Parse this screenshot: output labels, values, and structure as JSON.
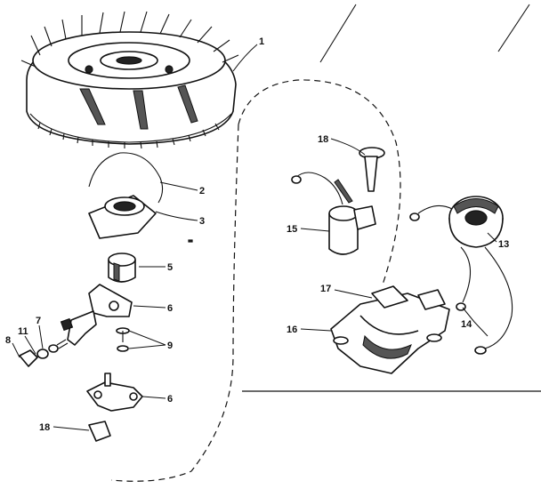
{
  "callouts": [
    {
      "id": "c1",
      "label": "1",
      "part": "flywheel"
    },
    {
      "id": "c2",
      "label": "2",
      "part": "spring-clip"
    },
    {
      "id": "c3",
      "label": "3",
      "part": "dust-cover"
    },
    {
      "id": "c5",
      "label": "5",
      "part": "cam-sleeve"
    },
    {
      "id": "c6a",
      "label": "6",
      "part": "breaker-arm"
    },
    {
      "id": "c7",
      "label": "7",
      "part": "washer"
    },
    {
      "id": "c8",
      "label": "8",
      "part": "nut"
    },
    {
      "id": "c9",
      "label": "9",
      "part": "screw-and-washer"
    },
    {
      "id": "c11",
      "label": "11",
      "part": "lock-washer"
    },
    {
      "id": "c6b",
      "label": "6",
      "part": "breaker-plate"
    },
    {
      "id": "c18a",
      "label": "18",
      "part": "felt-pad"
    },
    {
      "id": "c18b",
      "label": "18",
      "part": "condenser-screw"
    },
    {
      "id": "c15",
      "label": "15",
      "part": "condenser"
    },
    {
      "id": "c13",
      "label": "13",
      "part": "ignition-coil"
    },
    {
      "id": "c17",
      "label": "17",
      "part": "coil-bracket-top"
    },
    {
      "id": "c16",
      "label": "16",
      "part": "coil-bracket"
    },
    {
      "id": "c14",
      "label": "14",
      "part": "coil-leads"
    }
  ]
}
